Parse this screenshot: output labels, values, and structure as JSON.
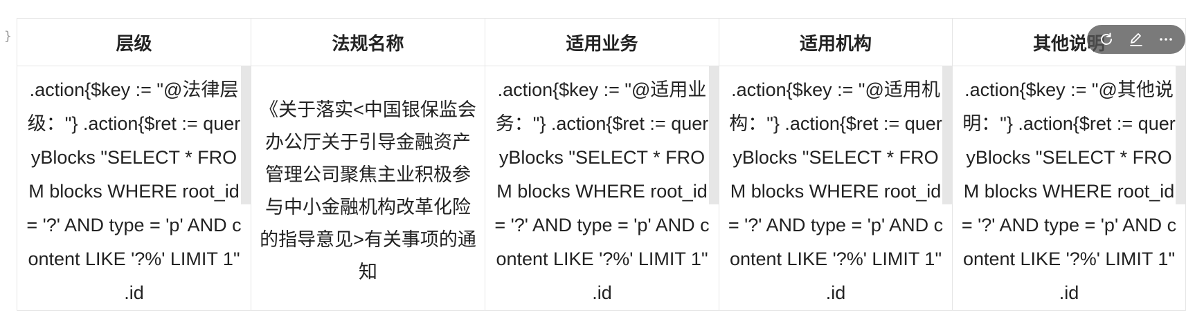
{
  "gutter": {
    "brace": "}"
  },
  "table": {
    "headers": [
      "层级",
      "法规名称",
      "适用业务",
      "适用机构",
      "其他说明"
    ],
    "row": [
      ".action{$key := \"@法律层级：\"} .action{$ret := queryBlocks \"SELECT * FROM blocks WHERE root_id = '?' AND type = 'p' AND content LIKE '?%' LIMIT 1\" .id",
      "《关于落实<中国银保监会办公厅关于引导金融资产管理公司聚焦主业积极参与中小金融机构改革化险的指导意见>有关事项的通知",
      ".action{$key := \"@适用业务：\"} .action{$ret := queryBlocks \"SELECT * FROM blocks WHERE root_id = '?' AND type = 'p' AND content LIKE '?%' LIMIT 1\" .id",
      ".action{$key := \"@适用机构：\"} .action{$ret := queryBlocks \"SELECT * FROM blocks WHERE root_id = '?' AND type = 'p' AND content LIKE '?%' LIMIT 1\" .id",
      ".action{$key := \"@其他说明：\"} .action{$ret := queryBlocks \"SELECT * FROM blocks WHERE root_id = '?' AND type = 'p' AND content LIKE '?%' LIMIT 1\" .id"
    ]
  },
  "toolbar": {
    "icons": [
      "refresh-icon",
      "edit-icon",
      "more-icon"
    ],
    "color": "#555555"
  }
}
